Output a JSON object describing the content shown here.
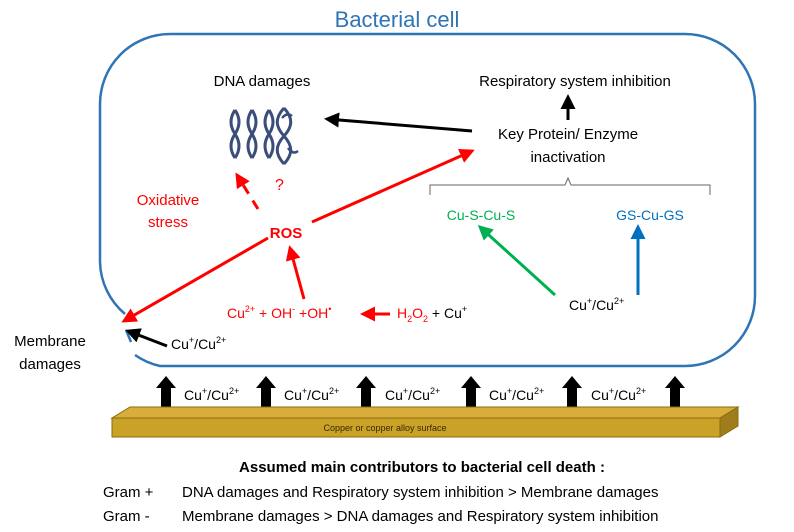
{
  "title": "Bacterial cell",
  "labels": {
    "dna_damages": "DNA damages",
    "respiratory": "Respiratory system inhibition",
    "key_protein_line1": "Key Protein/ Enzyme",
    "key_protein_line2": "inactivation",
    "question": "?",
    "oxidative_line1": "Oxidative",
    "oxidative_line2": "stress",
    "ros": "ROS",
    "cusc": "Cu-S-Cu-S",
    "gscugs": "GS-Cu-GS",
    "membrane_line1": "Membrane",
    "membrane_line2": "damages",
    "copper_surface": "Copper or copper alloy surface"
  },
  "ions": {
    "cu_base": "Cu",
    "cu_plus_sup": "+",
    "slash": "/",
    "cu2_sup": "2+",
    "reaction_cu2": "Cu",
    "reaction_plus_oh": " + OH",
    "reaction_oh_sup": "-",
    "reaction_plus_ohdot": " +OH",
    "reaction_dot": "•",
    "h2o2_h": "H",
    "h2o2_2a": "2",
    "h2o2_o": "O",
    "h2o2_2b": "2",
    "plus_cu": " + Cu",
    "plus_sup": "+"
  },
  "bottom_ions": [
    "Cu+/Cu2+",
    "Cu+/Cu2+",
    "Cu+/Cu2+",
    "Cu+/Cu2+",
    "Cu+/Cu2+"
  ],
  "footer": {
    "heading": "Assumed main contributors to bacterial cell death :",
    "rows": [
      {
        "label": "Gram +",
        "text": "DNA damages and Respiratory system inhibition > Membrane damages"
      },
      {
        "label": "Gram -",
        "text": "Membrane damages > DNA damages and Respiratory system inhibition"
      }
    ]
  },
  "colors": {
    "cell_outline": "#2e75b6",
    "title": "#2e75b6",
    "red": "#ff0000",
    "green": "#00b050",
    "blue": "#0070c0",
    "dna": "#3b4e7a",
    "surface": "#c9a227",
    "black": "#000000"
  }
}
